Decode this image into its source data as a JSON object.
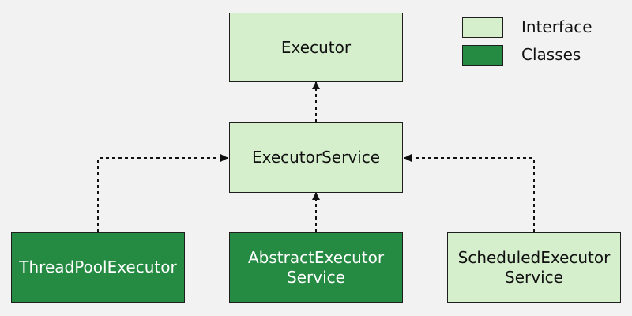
{
  "nodes": {
    "executor": {
      "label": "Executor",
      "kind": "interface"
    },
    "executor_service": {
      "label": "ExecutorService",
      "kind": "interface"
    },
    "thread_pool_executor": {
      "label": "ThreadPoolExecutor",
      "kind": "class"
    },
    "abstract_executor_service": {
      "label": "AbstractExecutor\nService",
      "kind": "class"
    },
    "scheduled_executor_service": {
      "label": "ScheduledExecutor\nService",
      "kind": "interface"
    }
  },
  "edges": [
    {
      "from": "executor_service",
      "to": "executor",
      "style": "dotted"
    },
    {
      "from": "thread_pool_executor",
      "to": "executor_service",
      "style": "dotted"
    },
    {
      "from": "abstract_executor_service",
      "to": "executor_service",
      "style": "dotted"
    },
    {
      "from": "scheduled_executor_service",
      "to": "executor_service",
      "style": "dotted"
    }
  ],
  "legend": {
    "interface_label": "Interface",
    "classes_label": "Classes"
  },
  "colors": {
    "interface_fill": "#d5efcc",
    "class_fill": "#258a42",
    "border": "#1e1e1e",
    "background": "#f2f2f2"
  }
}
